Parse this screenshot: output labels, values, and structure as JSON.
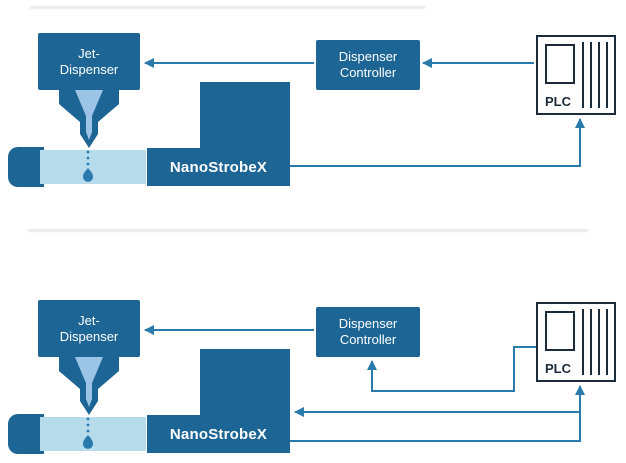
{
  "colors": {
    "box-blue": "#1c6594",
    "light-blue": "#b6dcec",
    "nozzle-light": "#9cc4e6",
    "line-blue": "#2a7aab",
    "plc-dark": "#1c2b3a"
  },
  "diagrams": [
    {
      "jet_line1": "Jet-",
      "jet_line2": "Dispenser",
      "controller_line1": "Dispenser",
      "controller_line2": "Controller",
      "nano_label": "NanoStrobeX",
      "plc_label": "PLC"
    },
    {
      "jet_line1": "Jet-",
      "jet_line2": "Dispenser",
      "controller_line1": "Dispenser",
      "controller_line2": "Controller",
      "nano_label": "NanoStrobeX",
      "plc_label": "PLC"
    }
  ]
}
